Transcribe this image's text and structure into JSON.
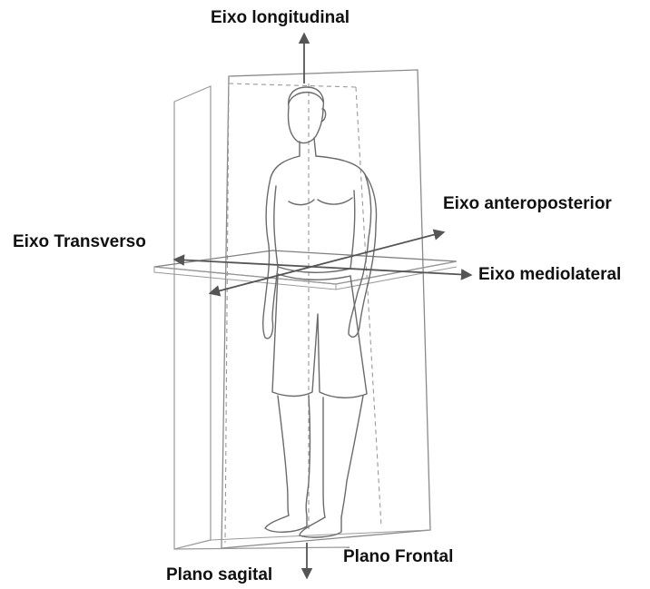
{
  "labels": {
    "longitudinal_axis": "Eixo longitudinal",
    "anteroposterior_axis": "Eixo anteroposterior",
    "transverse_axis": "Eixo Transverso",
    "mediolateral_axis": "Eixo mediolateral",
    "frontal_plane": "Plano Frontal",
    "sagittal_plane": "Plano sagital"
  },
  "colors": {
    "text": "#111111",
    "line": "#5a5a5a",
    "arrow": "#555555",
    "plane": "#8a8a8a",
    "dashed": "#9a9a9a"
  }
}
